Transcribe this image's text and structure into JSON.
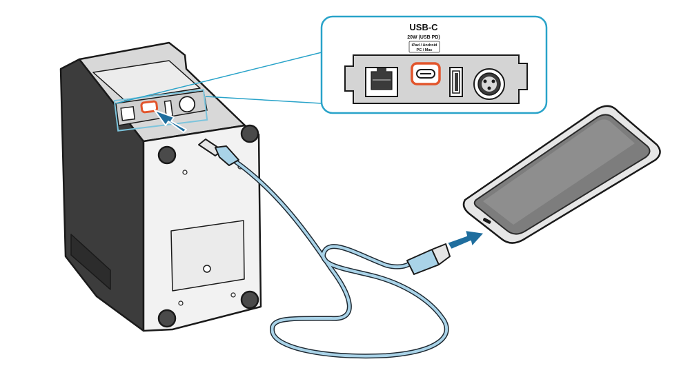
{
  "callout": {
    "title": "USB-C",
    "power": "20W (USB PD)",
    "devices_line1": "iPad / Android",
    "devices_line2": "PC / Mac"
  },
  "colors": {
    "callout_border": "#29a3c9",
    "port_highlight": "#e2552c",
    "cable": "#a9d3e8",
    "arrow": "#1f6e9e",
    "device_dark": "#3c3c3c",
    "device_light": "#f2f2f2"
  },
  "icons": [
    "ethernet-port-icon",
    "usb-c-port-icon",
    "usb-a-port-icon",
    "dc-power-port-icon",
    "connect-arrow-icon",
    "smartphone-icon"
  ]
}
